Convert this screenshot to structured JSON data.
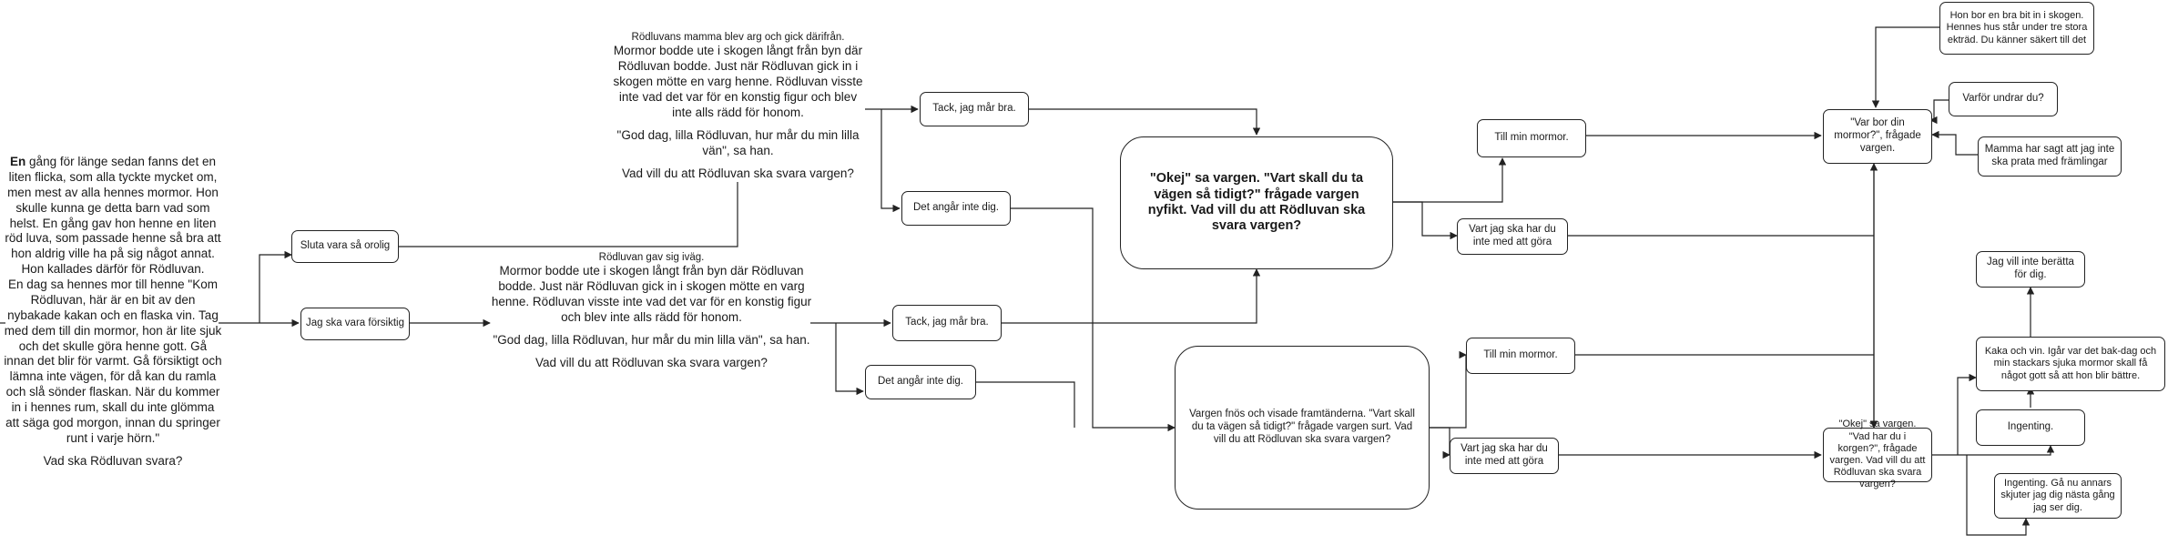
{
  "texts": {
    "intro_bold": "En",
    "intro_rest": " gång för länge sedan fanns det en liten flicka, som alla tyckte mycket om, men mest av alla hennes mormor. Hon skulle kunna ge detta barn vad som helst. En gång gav hon henne en liten röd luva, som passade henne så bra att hon aldrig ville ha på sig något annat. Hon kallades därför för Rödluvan.",
    "intro_p2": "En dag sa hennes mor till henne \"Kom Rödluvan, här är en bit av den nybakade kakan och en flaska vin. Tag med dem till din mormor, hon är lite sjuk och det skulle göra henne gott. Gå innan det blir för varmt. Gå försiktigt och lämna inte vägen, för då kan du ramla och slå sönder flaskan. När du kommer in i hennes rum, skall du inte glömma att säga god morgon, innan du springer runt i varje hörn.\"",
    "intro_q": "Vad ska Rödluvan svara?",
    "angry_head": "Rödluvans mamma blev arg och gick därifrån.",
    "angry_body": "Mormor bodde ute i skogen långt från byn där Rödluvan bodde. Just när Rödluvan gick in i skogen mötte en varg henne. Rödluvan visste inte vad det var för en konstig figur och blev inte alls rädd för honom.",
    "angry_quote": "\"God dag, lilla Rödluvan, hur mår du min lilla vän\", sa han.",
    "angry_q": "Vad vill du att Rödluvan ska svara vargen?",
    "went_head": "Rödluvan gav sig iväg.",
    "went_body": "Mormor bodde ute i skogen långt från byn där Rödluvan bodde. Just när Rödluvan gick in i skogen mötte en varg henne. Rödluvan visste inte vad det var för en konstig figur och blev inte alls rädd för honom.",
    "went_quote": "\"God dag, lilla Rödluvan, hur mår du min lilla vän\", sa han.",
    "went_q": "Vad vill du att Rödluvan ska svara vargen?"
  },
  "nodes": {
    "n_stop": "Sluta vara så orolig",
    "n_careful": "Jag ska vara försiktig",
    "n_fine1": "Tack, jag mår bra.",
    "n_none1": "Det angår inte dig.",
    "n_fine2": "Tack, jag mår bra.",
    "n_none2": "Det angår inte dig.",
    "n_okej": "\"Okej\" sa vargen. \"Vart skall du ta vägen så tidigt?\" frågade vargen nyfikt. Vad vill du att Rödluvan ska svara vargen?",
    "n_teeth": "Vargen fnös och visade framtänderna. \"Vart skall du ta vägen så tidigt?\" frågade vargen surt. Vad vill du att Rödluvan ska svara vargen?",
    "n_mor1": "Till min mormor.",
    "n_none3": "Vart jag ska har du inte med att göra",
    "n_mor2": "Till min mormor.",
    "n_none4": "Vart jag ska har du inte med att göra",
    "n_where": "\"Var bor din mormor?\", frågade vargen.",
    "n_basket": "\"Okej\" sa vargen. \"Vad har du i korgen?\", frågade vargen. Vad vill du att Rödluvan ska svara vargen?",
    "n_far": "Hon bor en bra bit in i skogen. Hennes hus står under tre stora ekträd. Du känner säkert till det",
    "n_why": "Varför undrar du?",
    "n_mom": "Mamma har sagt att jag inte ska prata med främlingar",
    "n_notell": "Jag vill inte berätta för dig.",
    "n_cake": "Kaka och vin. Igår var det bak-dag och min stackars sjuka mormor skall få något gott så att hon blir bättre.",
    "n_nothing": "Ingenting.",
    "n_leave": "Ingenting. Gå nu annars skjuter jag dig nästa gång jag ser dig."
  },
  "colors": {
    "line": "#222222",
    "text": "#1a1a1a",
    "bg": "#ffffff"
  }
}
